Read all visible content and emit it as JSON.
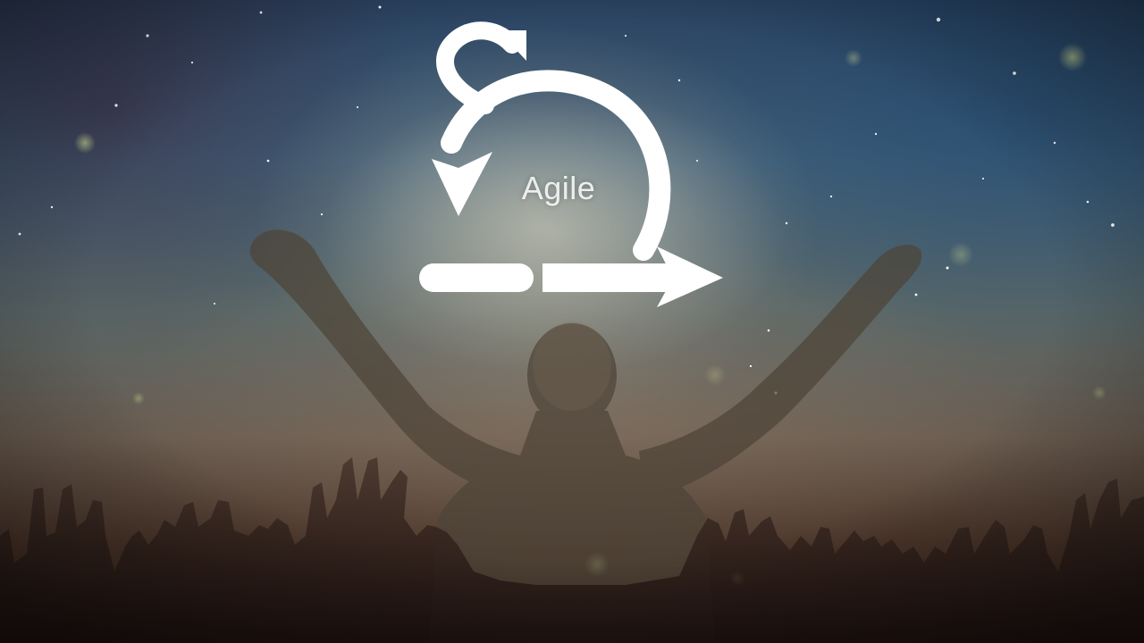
{
  "logo": {
    "text": "Agile",
    "icon": "agile-cycle-icon",
    "color": "#ffffff"
  },
  "scene": {
    "subject": "person-silhouette-arms-raised",
    "foreground": "crowd-hands-silhouette",
    "background": "starry-sky-nebula"
  },
  "colors": {
    "sky_top": "#2a4260",
    "haze": "#bdb6a0",
    "ground": "#2a1a16"
  }
}
